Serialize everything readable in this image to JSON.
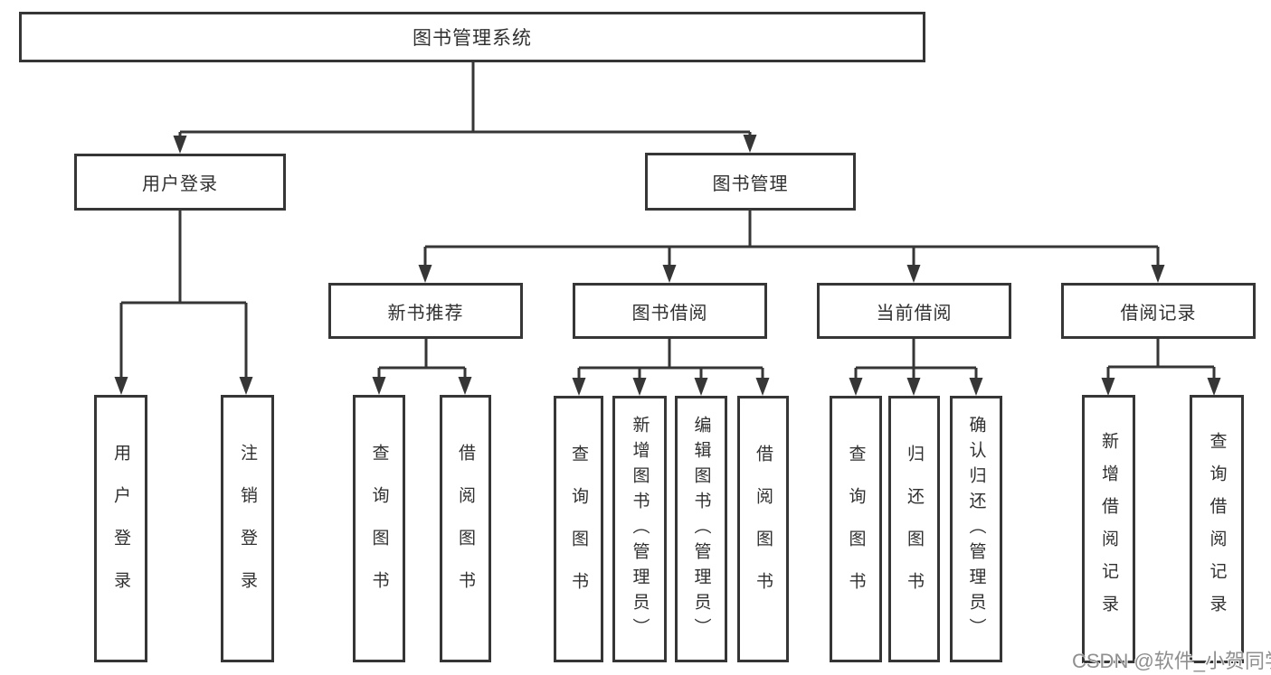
{
  "diagram_title": "图书管理系统",
  "tree": {
    "label": "图书管理系统",
    "children": [
      {
        "label": "用户登录",
        "children": [
          {
            "label": "用户登录"
          },
          {
            "label": "注销登录"
          }
        ]
      },
      {
        "label": "图书管理",
        "children": [
          {
            "label": "新书推荐",
            "children": [
              {
                "label": "查询图书"
              },
              {
                "label": "借阅图书"
              }
            ]
          },
          {
            "label": "图书借阅",
            "children": [
              {
                "label": "查询图书"
              },
              {
                "label": "新增图书（管理员）"
              },
              {
                "label": "编辑图书（管理员）"
              },
              {
                "label": "借阅图书"
              }
            ]
          },
          {
            "label": "当前借阅",
            "children": [
              {
                "label": "查询图书"
              },
              {
                "label": "归还图书"
              },
              {
                "label": "确认归还（管理员）"
              }
            ]
          },
          {
            "label": "借阅记录",
            "children": [
              {
                "label": "新增借阅记录"
              },
              {
                "label": "查询借阅记录"
              }
            ]
          }
        ]
      }
    ]
  },
  "watermark": {
    "text": "CSDN @软件_小贺同学",
    "color": "#8f8f8f"
  },
  "colors": {
    "background": "#ffffff",
    "line": "#363636",
    "box_border": "#363636",
    "box_fill": "#ffffff",
    "text": "#303030"
  }
}
